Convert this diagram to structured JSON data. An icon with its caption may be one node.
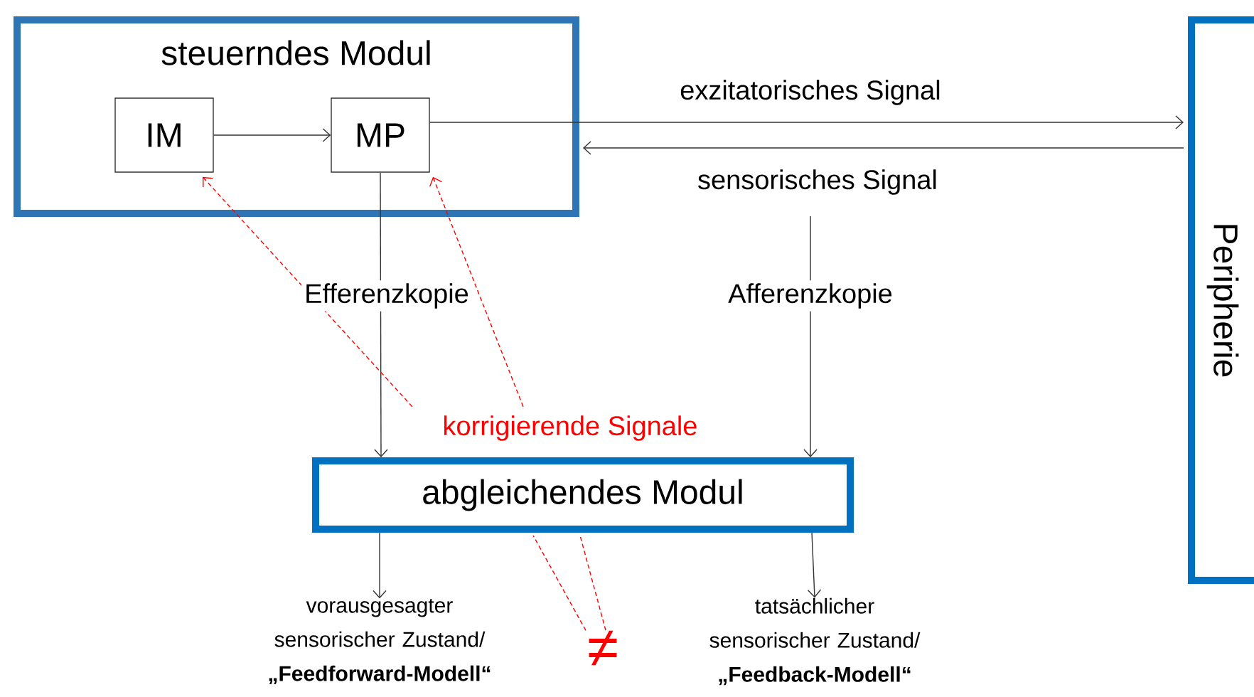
{
  "diagram": {
    "nodes": [
      {
        "text": [
          "steuerndes Modul"
        ]
      },
      {
        "text": [
          "IM"
        ],
        "in": 0
      },
      {
        "text": [
          "MP"
        ],
        "in": 0
      },
      {
        "text": [
          "Peripherie"
        ]
      },
      {
        "text": [
          "abgleichendes Modul"
        ]
      },
      {
        "text": [
          "vorausgesagter sensorischer Zustand/ **„Feedforward-Modell“**"
        ]
      },
      {
        "text": [
          "tatsächlicher sensorischer Zustand/ **„Feedback-Modell“**"
        ]
      },
      {
        "text": [
          "≠"
        ]
      },
      {
        "text": [
          "korrigierende Signale"
        ]
      }
    ],
    "edges": [
      {
        "from": 1,
        "to": 2,
        "arrow": "to"
      },
      {
        "from": 2,
        "to": 3,
        "arrow": "to",
        "label": "exzitatorisches Signal"
      },
      {
        "from": 3,
        "to": 0,
        "arrow": "to",
        "label": "sensorisches Signal"
      },
      {
        "from": 2,
        "to": 4,
        "arrow": "to",
        "label": "Efferenzkopie"
      },
      {
        "from": null,
        "to": 4,
        "arrow": "to",
        "label": "Afferenzkopie"
      },
      {
        "from": 4,
        "to": 5,
        "arrow": "to"
      },
      {
        "from": 4,
        "to": 6,
        "arrow": "to"
      },
      {
        "from": 8,
        "to": 1,
        "arrow": "to",
        "style": "dashed",
        "color": "#ff0000"
      },
      {
        "from": 8,
        "to": 2,
        "arrow": "to",
        "style": "dashed",
        "color": "#ff0000"
      },
      {
        "from": 7,
        "to": 4,
        "arrow": "none",
        "style": "dashed",
        "color": "#ff0000"
      },
      {
        "from": 7,
        "to": 4,
        "arrow": "none",
        "style": "dashed",
        "color": "#ff0000"
      }
    ]
  }
}
